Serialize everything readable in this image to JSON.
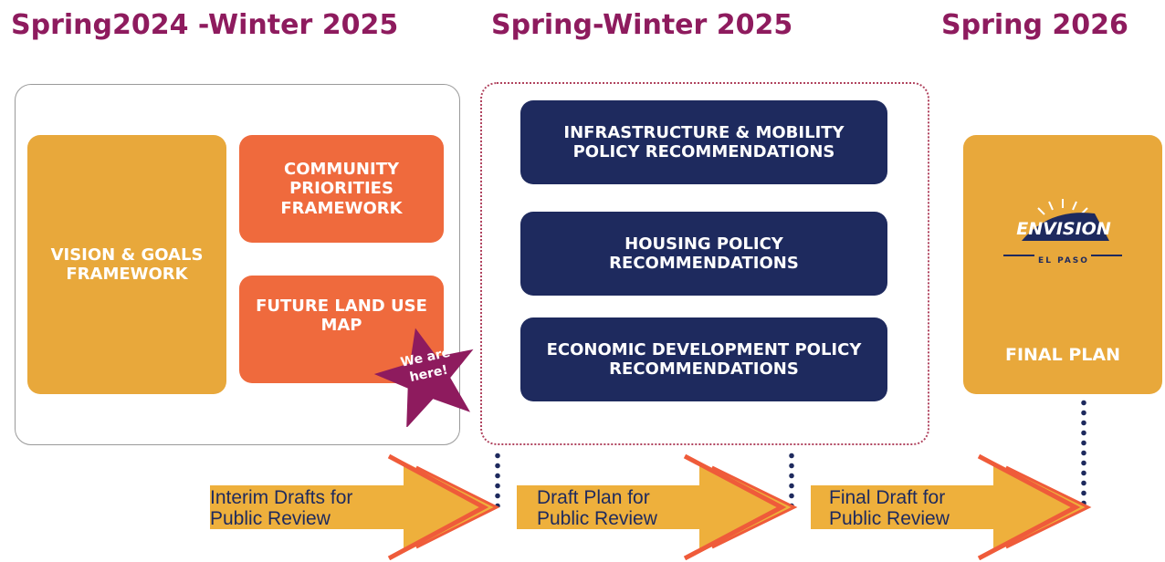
{
  "phases": [
    {
      "title": "Spring2024 -Winter 2025"
    },
    {
      "title": "Spring-Winter 2025"
    },
    {
      "title": "Spring 2026"
    }
  ],
  "cards": {
    "vision": "VISION & GOALS FRAMEWORK",
    "community": "COMMUNITY PRIORITIES FRAMEWORK",
    "future_land": "FUTURE LAND USE MAP",
    "infrastructure": "INFRASTRUCTURE & MOBILITY POLICY RECOMMENDATIONS",
    "housing": "HOUSING POLICY RECOMMENDATIONS",
    "economic": "ECONOMIC DEVELOPMENT POLICY RECOMMENDATIONS",
    "final_plan": "FINAL PLAN"
  },
  "badge": {
    "line1": "We are",
    "line2": "here!"
  },
  "logo": {
    "word": "ENVISION",
    "sub": "EL PASO"
  },
  "reviews": [
    {
      "line1": "Interim Drafts for",
      "line2": "Public Review"
    },
    {
      "line1": "Draft Plan for",
      "line2": "Public Review"
    },
    {
      "line1": "Final Draft for",
      "line2": "Public Review"
    }
  ],
  "colors": {
    "title": "#8e1b5e",
    "gold": "#e8a83b",
    "orange": "#ef6a3d",
    "navy": "#1e2a5e",
    "star": "#8e1b5e",
    "arrow_fill": "#eeb03c",
    "arrow_outline": "#ef5b3a"
  }
}
